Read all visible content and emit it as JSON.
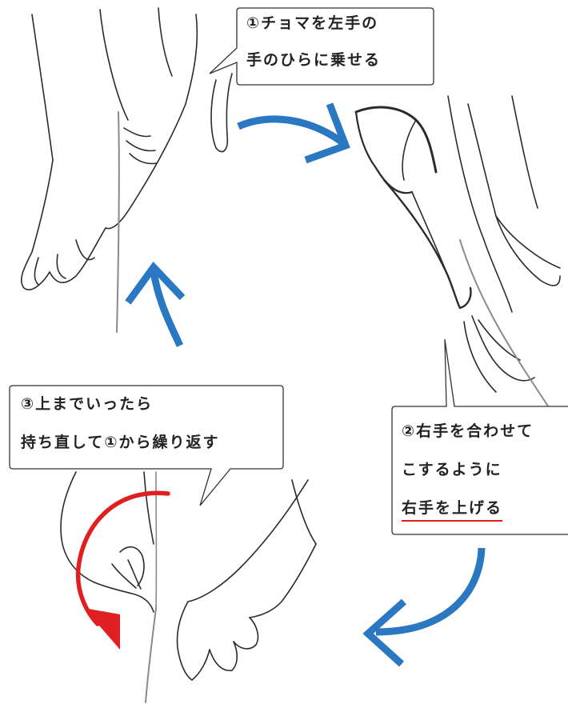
{
  "steps": [
    {
      "number": "①",
      "lines": [
        "チョマを左手の",
        "手のひらに乗せる"
      ]
    },
    {
      "number": "②",
      "lines": [
        "右手を合わせて",
        "こするように",
        "右手を上げる"
      ],
      "underlined_line": "右手を上げる"
    },
    {
      "number": "③",
      "lines": [
        "上までいったら",
        "持ち直して①から繰り返す"
      ]
    }
  ],
  "colors": {
    "cycle_arrow": "#2a78c2",
    "red_arrow": "#e02020",
    "underline": "#e02020",
    "linework": "#2b2b2b",
    "fiber": "#8a8a8a"
  },
  "icons": {
    "cycle_arrows": "curved-arrow",
    "red_arrow": "curved-arrow-down"
  }
}
